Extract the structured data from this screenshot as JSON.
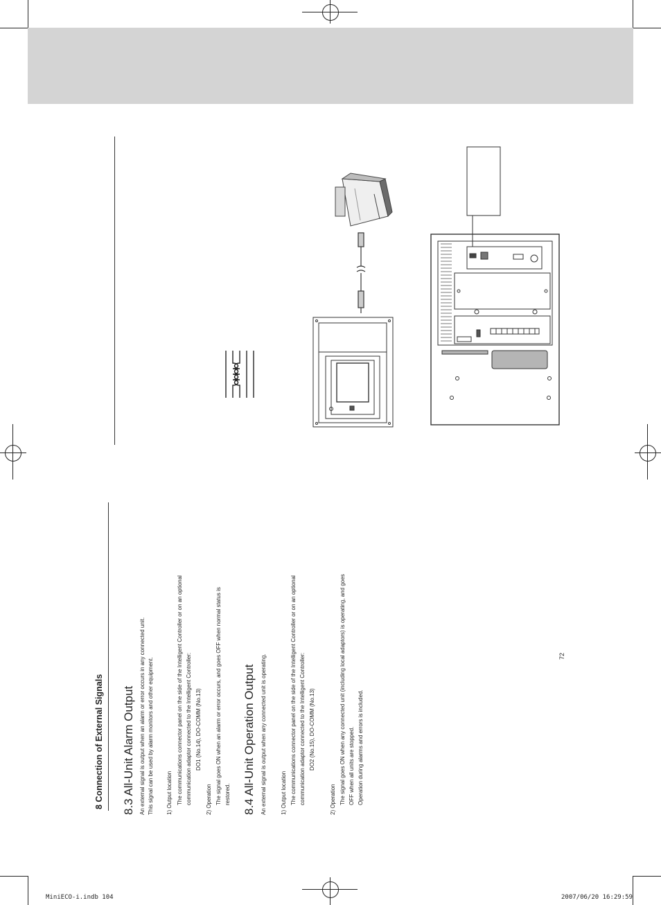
{
  "header": {
    "chapter": "8 Connection of External Signals"
  },
  "sections": [
    {
      "title": "8.3 All-Unit Alarm Output",
      "intro": [
        "An external signal is output when an alarm or error occurs in any connected unit.",
        "This signal can be used by alarm monitors and other equipment."
      ],
      "items": [
        {
          "heading": "1)  Output location",
          "lines": [
            "The communications connector panel on the side of the Intelligent Controller or on an optional",
            "communication adaptor connected to the Intelligent Controller:",
            "DO1 (No.14), DO-COMM (No.13)"
          ]
        },
        {
          "heading": "2)  Operation",
          "lines": [
            "The signal goes ON when an alarm or error occurs, and goes OFF when normal status is",
            "restored."
          ]
        }
      ]
    },
    {
      "title": "8.4 All-Unit Operation Output",
      "intro": [
        "An external signal is output when any connected unit is operating."
      ],
      "items": [
        {
          "heading": "1)  Output location",
          "lines": [
            "The communications connector panel on the side of the Intelligent Controller or on an optional",
            "communication adaptor connected to the Intelligent Controller:",
            "DO2 (No.15), DO-COMM (No.13)"
          ]
        },
        {
          "heading": "2)  Operation",
          "lines": [
            "The signal goes ON when any connected unit (including local adaptors) is operating, and goes",
            "OFF when all units are stopped.",
            "Operation during alarms and errors is included."
          ]
        }
      ]
    }
  ],
  "page_number": "72",
  "footer": {
    "file": "MiniECO-i.indb   104",
    "timestamp": "2007/06/20   16:29:59"
  },
  "icons": {
    "printer": "printer-icon",
    "controller": "controller-device-icon",
    "cable": "cable-icon",
    "wiring_symbol": "twisted-wire-symbol-icon"
  }
}
